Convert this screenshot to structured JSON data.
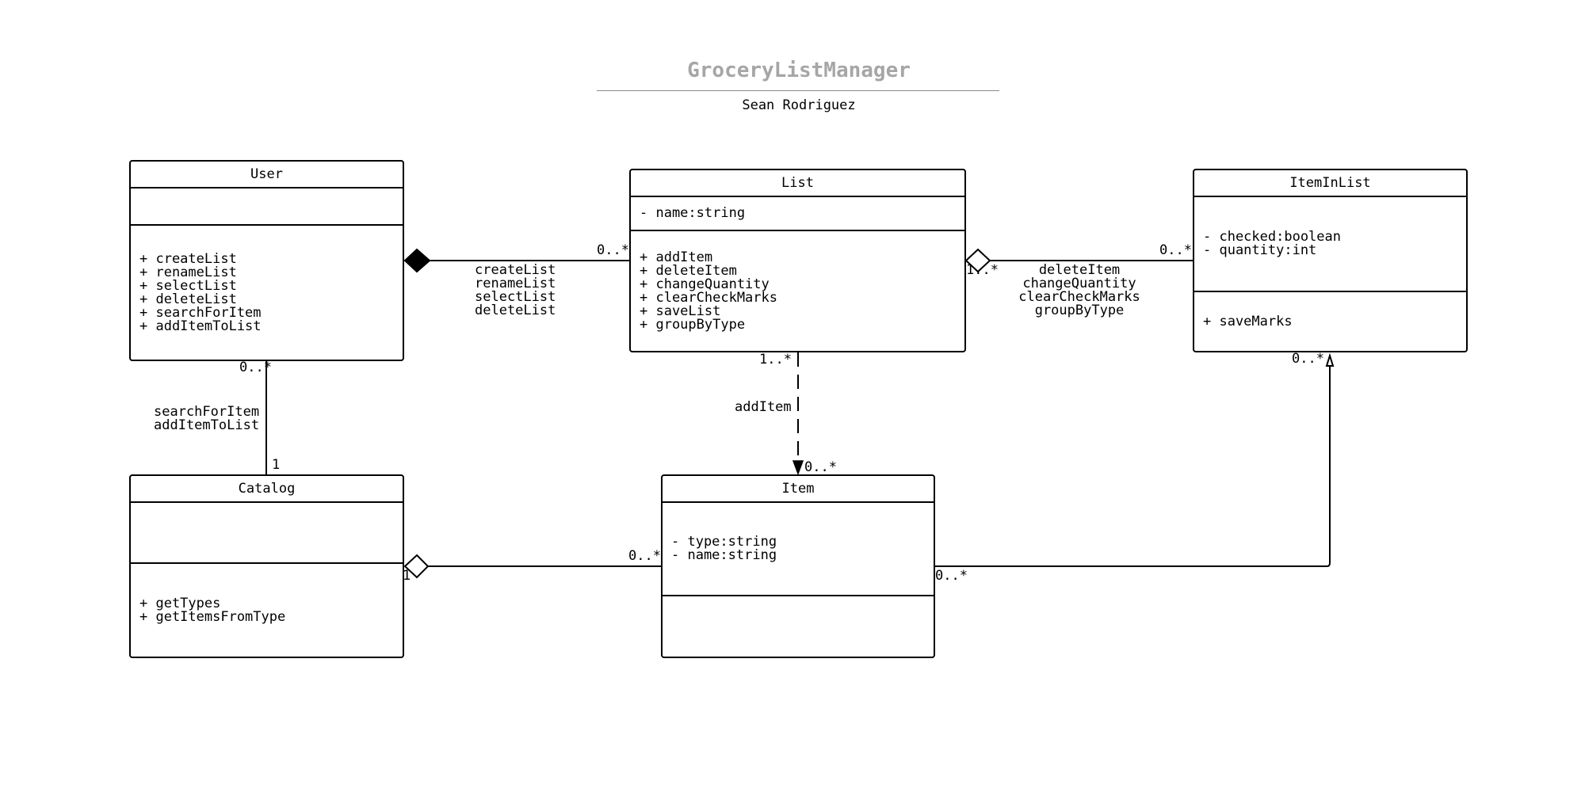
{
  "header": {
    "title": "GroceryListManager",
    "author": "Sean Rodriguez"
  },
  "classes": {
    "user": {
      "name": "User",
      "attributes": [],
      "operations": [
        "+ createList",
        "+ renameList",
        "+ selectList",
        "+ deleteList",
        "+ searchForItem",
        "+ addItemToList"
      ]
    },
    "list": {
      "name": "List",
      "attributes": [
        "- name:string"
      ],
      "operations": [
        "+ addItem",
        "+ deleteItem",
        "+ changeQuantity",
        "+ clearCheckMarks",
        "+ saveList",
        "+ groupByType"
      ]
    },
    "iteminlist": {
      "name": "ItemInList",
      "attributes": [
        "- checked:boolean",
        "- quantity:int"
      ],
      "operations": [
        "+ saveMarks"
      ]
    },
    "catalog": {
      "name": "Catalog",
      "attributes": [],
      "operations": [
        "+ getTypes",
        "+ getItemsFromType"
      ]
    },
    "item": {
      "name": "Item",
      "attributes": [
        "- type:string",
        "- name:string"
      ],
      "operations": []
    }
  },
  "relations": {
    "user_list": {
      "kind": "composition",
      "from_mult": "",
      "to_mult": "0..*",
      "labels": [
        "createList",
        "renameList",
        "selectList",
        "deleteList"
      ]
    },
    "list_iteminlist": {
      "kind": "aggregation",
      "from_mult": "1..*",
      "to_mult": "0..*",
      "labels": [
        "deleteItem",
        "changeQuantity",
        "clearCheckMarks",
        "groupByType"
      ]
    },
    "user_catalog": {
      "kind": "association",
      "from_mult": "0..*",
      "to_mult": "1",
      "labels": [
        "searchForItem",
        "addItemToList"
      ]
    },
    "list_item": {
      "kind": "dependency",
      "from_mult": "1..*",
      "to_mult": "0..*",
      "labels": [
        "addItem"
      ]
    },
    "catalog_item": {
      "kind": "aggregation",
      "from_mult": "1",
      "to_mult": "0..*",
      "labels": []
    },
    "item_iteminlist": {
      "kind": "generalization",
      "from_mult": "0..*",
      "to_mult": "0..*",
      "labels": []
    }
  }
}
